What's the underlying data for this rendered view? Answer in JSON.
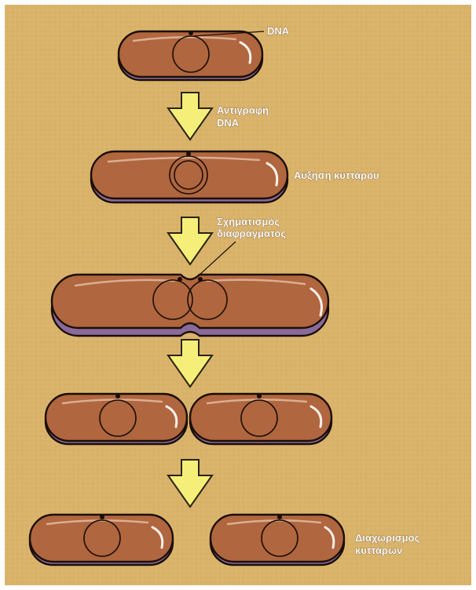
{
  "labels": {
    "dna": "DNA",
    "replication_line1": "Αντιγραφή",
    "replication_line2": "DNA",
    "cell_growth": "Αύξηση κυττάρου",
    "septum_line1": "Σχηματισμός",
    "septum_line2": "διαφράγματος",
    "separation_line1": "Διαχωρισμός",
    "separation_line2": "κυττάρων"
  },
  "colors": {
    "background": "#d9b36a",
    "cell_body": "#b0663e",
    "cell_outline": "#1a0e08",
    "cell_shadow": "#8a6a9a",
    "highlight": "#ffffff",
    "arrow_fill": "#f5ef7a",
    "arrow_outline": "#2a2410",
    "label_text": "#ffffff"
  }
}
